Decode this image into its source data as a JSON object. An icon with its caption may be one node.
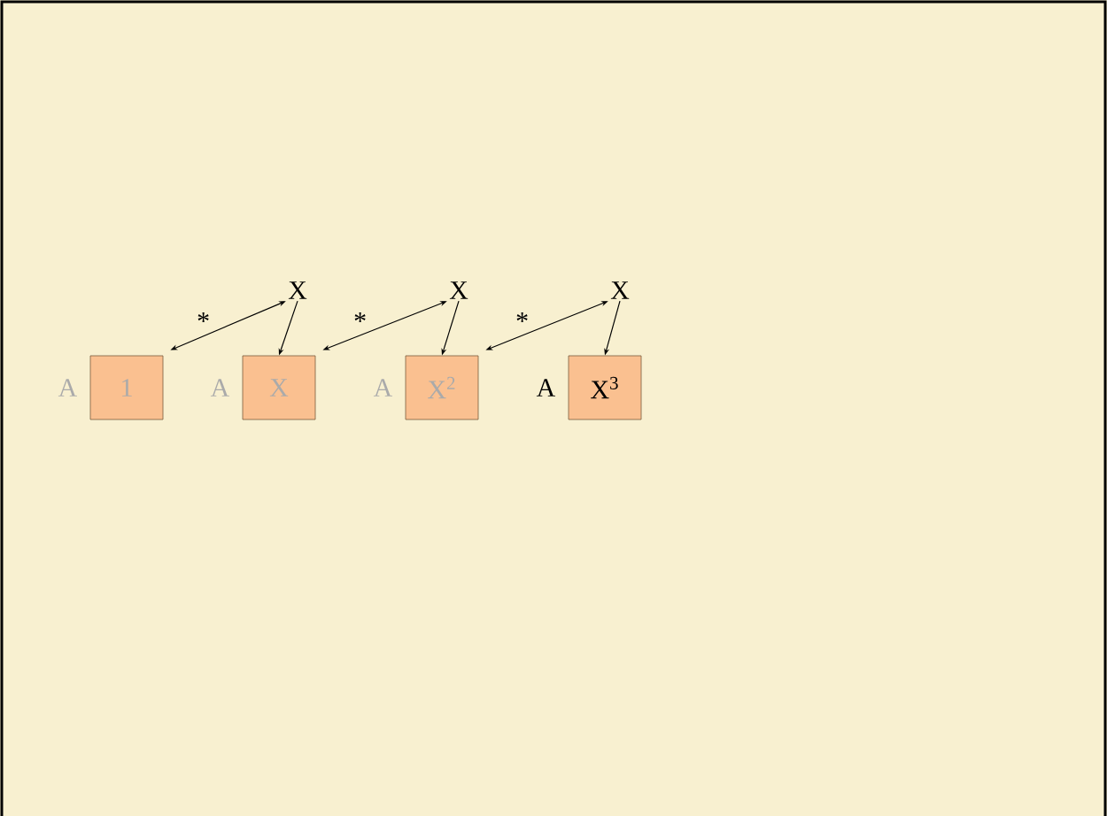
{
  "diagram": {
    "nodes": [
      {
        "text": [
          "1"
        ],
        "beside": [
          "A"
        ]
      },
      {
        "text": [
          "X"
        ],
        "beside": [
          "A"
        ]
      },
      {
        "text": [
          "X$^{2}$"
        ],
        "beside": [
          "A"
        ]
      },
      {
        "text": [
          "X$^{3}$"
        ],
        "beside": [
          "A"
        ]
      },
      {
        "text": [
          "X"
        ]
      },
      {
        "text": [
          "X"
        ]
      },
      {
        "text": [
          "X"
        ]
      }
    ],
    "edges": [
      {
        "from": 0,
        "to": 4,
        "arrow": "both",
        "label": "*"
      },
      {
        "from": 4,
        "to": 1,
        "arrow": "to"
      },
      {
        "from": 1,
        "to": 5,
        "arrow": "both",
        "label": "*"
      },
      {
        "from": 5,
        "to": 2,
        "arrow": "to"
      },
      {
        "from": 2,
        "to": 6,
        "arrow": "both",
        "label": "*"
      },
      {
        "from": 6,
        "to": 3,
        "arrow": "to"
      }
    ]
  }
}
